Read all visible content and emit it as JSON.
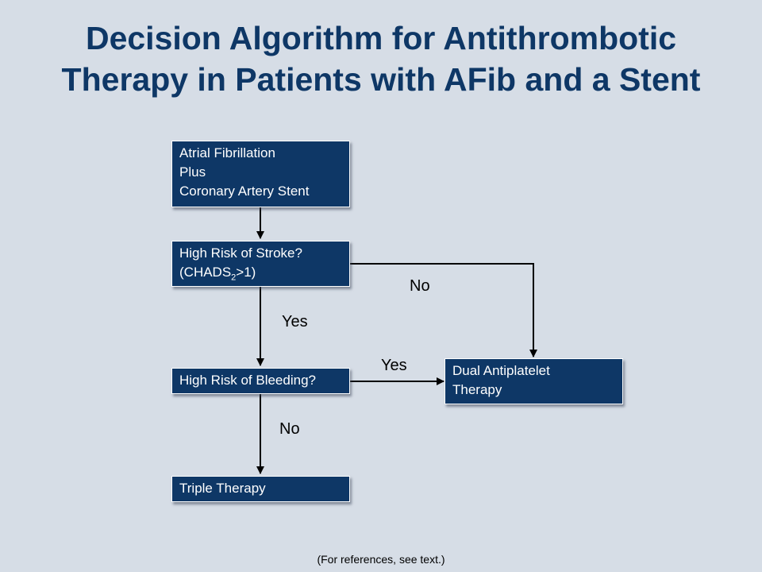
{
  "title": {
    "line1": "Decision Algorithm for Antithrombotic",
    "line2": "Therapy in Patients with AFib and a Stent"
  },
  "boxes": {
    "start": {
      "line1": "Atrial Fibrillation",
      "line2": "Plus",
      "line3": "Coronary Artery Stent"
    },
    "stroke": {
      "line1": "High Risk of Stroke?",
      "line2_prefix": "(CHADS",
      "line2_sub": "2",
      "line2_suffix": ">1)"
    },
    "bleeding": {
      "line1": "High Risk of Bleeding?"
    },
    "dual": {
      "line1": "Dual Antiplatelet",
      "line2": "Therapy"
    },
    "triple": {
      "line1": "Triple Therapy"
    }
  },
  "edges": {
    "stroke_no": "No",
    "stroke_yes": "Yes",
    "bleeding_yes": "Yes",
    "bleeding_no": "No"
  },
  "footer": "(For references, see text.)",
  "colors": {
    "background": "#d6dde6",
    "title": "#0e3766",
    "box_fill": "#0e3766",
    "box_text": "#ffffff",
    "arrow": "#000000"
  }
}
